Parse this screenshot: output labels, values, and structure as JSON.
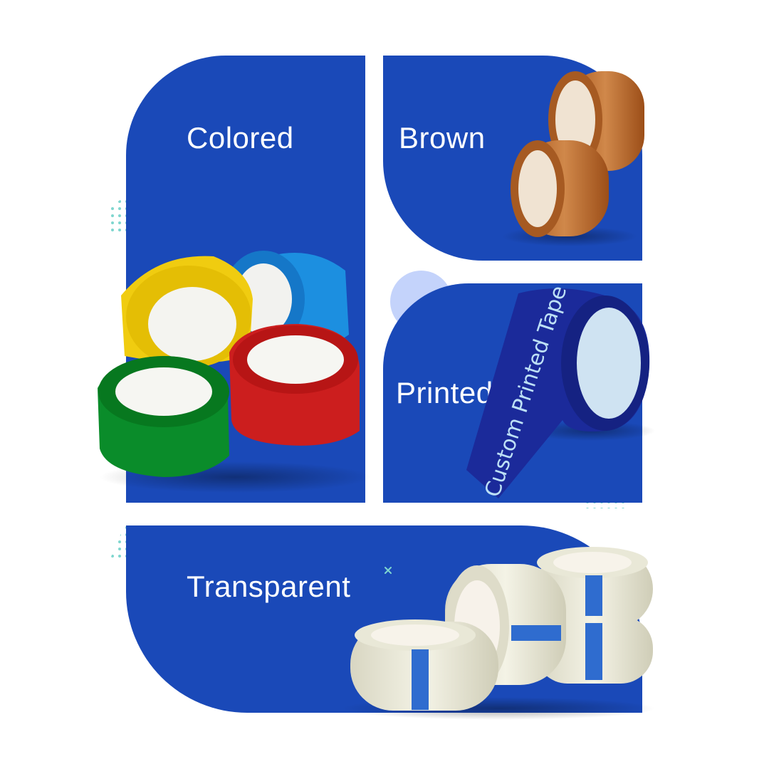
{
  "categories": {
    "colored": {
      "label": "Colored"
    },
    "brown": {
      "label": "Brown"
    },
    "printed": {
      "label": "Printed",
      "tape_text": "Custom Printed Tape"
    },
    "transparent": {
      "label": "Transparent"
    }
  },
  "colors": {
    "panel": "#1a49b8",
    "accent_circle": "#c4d3fb",
    "dots": "#7fd6cf",
    "text": "#ffffff"
  },
  "icons": [
    "dot-grid-icon",
    "x-mark-icon",
    "circle-decoration"
  ]
}
